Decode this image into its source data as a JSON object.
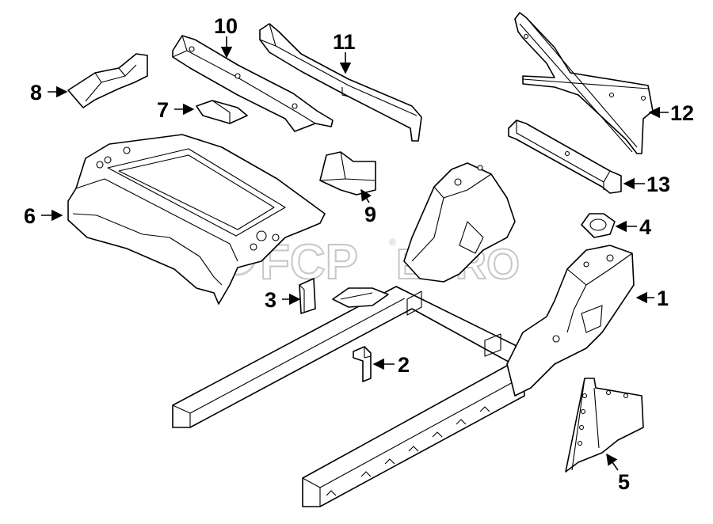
{
  "watermark": {
    "brand": "FCP",
    "suffix": "EURO",
    "mark": "®"
  },
  "callouts": [
    {
      "id": "1",
      "label": "1"
    },
    {
      "id": "2",
      "label": "2"
    },
    {
      "id": "3",
      "label": "3"
    },
    {
      "id": "4",
      "label": "4"
    },
    {
      "id": "5",
      "label": "5"
    },
    {
      "id": "6",
      "label": "6"
    },
    {
      "id": "7",
      "label": "7"
    },
    {
      "id": "8",
      "label": "8"
    },
    {
      "id": "9",
      "label": "9"
    },
    {
      "id": "10",
      "label": "10"
    },
    {
      "id": "11",
      "label": "11"
    },
    {
      "id": "12",
      "label": "12"
    },
    {
      "id": "13",
      "label": "13"
    }
  ],
  "colors": {
    "line": "#000000",
    "background": "#ffffff",
    "watermark": "#bdbdbd"
  }
}
